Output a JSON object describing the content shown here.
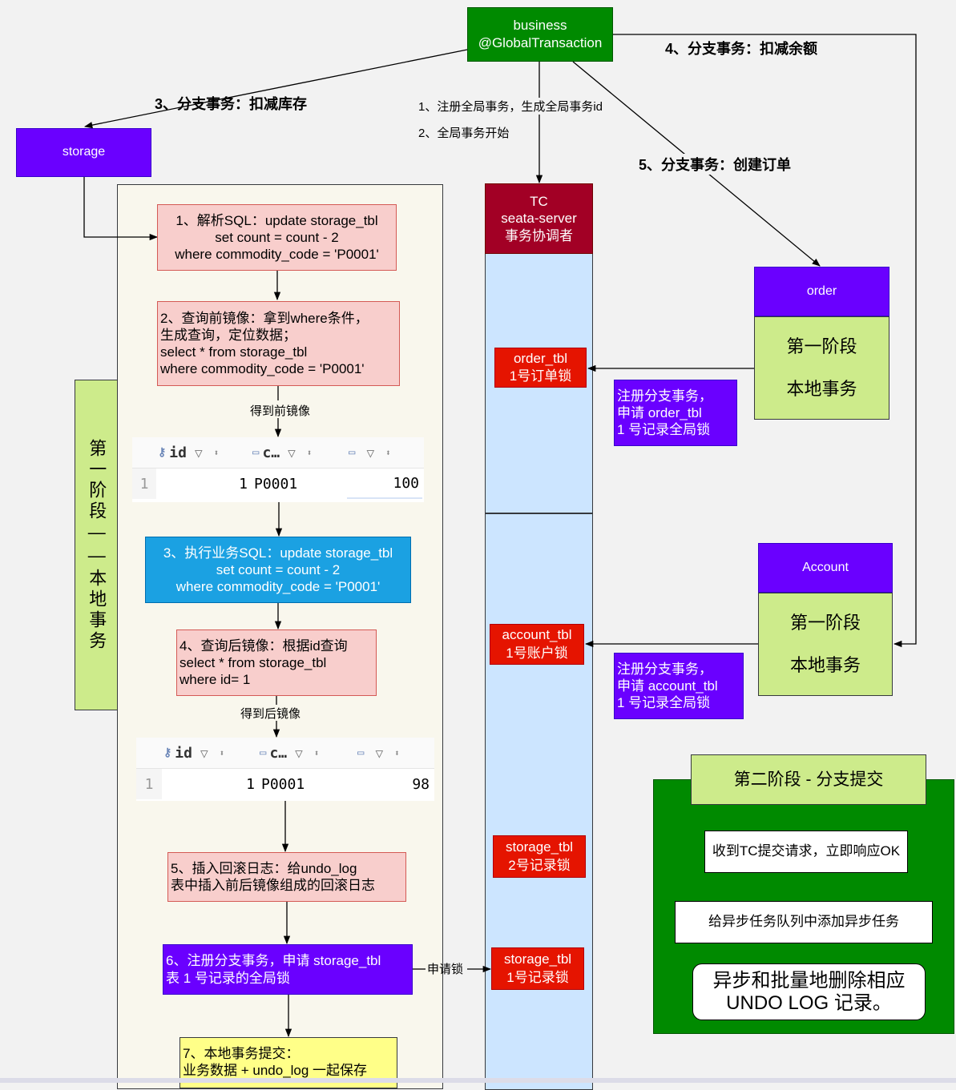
{
  "business": {
    "line1": "business",
    "line2": "@GlobalTransaction"
  },
  "storage": {
    "label": "storage"
  },
  "order": {
    "label": "order",
    "phase_line1": "第一阶段",
    "phase_line2": "本地事务"
  },
  "account": {
    "label": "Account",
    "phase_line1": "第一阶段",
    "phase_line2": "本地事务"
  },
  "tc": {
    "line1": "TC",
    "line2": "seata-server",
    "line3": "事务协调者"
  },
  "edges": {
    "deduct_stock": "3、分支事务：扣减库存",
    "deduct_balance": "4、分支事务：扣减余额",
    "create_order": "5、分支事务：创建订单",
    "register_global": "1、注册全局事务，生成全局事务id",
    "global_begin": "2、全局事务开始",
    "get_before_image": "得到前镜像",
    "get_after_image": "得到后镜像",
    "apply_lock": "申请锁"
  },
  "phase1_label": "第一阶段——本地事务",
  "steps": {
    "s1": [
      "1、解析SQL：update storage_tbl",
      "set count = count - 2",
      "where commodity_code = 'P0001'"
    ],
    "s2": [
      "2、查询前镜像：拿到where条件，",
      "生成查询，定位数据；",
      "select * from storage_tbl",
      "where commodity_code = 'P0001'"
    ],
    "s3": [
      "3、执行业务SQL：update storage_tbl",
      "set count = count - 2",
      "where commodity_code = 'P0001'"
    ],
    "s4": [
      "4、查询后镜像：根据id查询",
      "select * from storage_tbl",
      "where id= 1"
    ],
    "s5": [
      "5、插入回滚日志：给undo_log",
      "表中插入前后镜像组成的回滚日志"
    ],
    "s6": [
      "6、注册分支事务，申请 storage_tbl",
      "表 1 号记录的全局锁"
    ],
    "s7": [
      "7、本地事务提交：",
      "业务数据 + undo_log 一起保存"
    ]
  },
  "table_before": {
    "headers": [
      "id",
      "c…",
      ""
    ],
    "row": {
      "num": "1",
      "id": "1",
      "code": "P0001",
      "count": "100"
    }
  },
  "table_after": {
    "headers": [
      "id",
      "c…",
      ""
    ],
    "row": {
      "num": "1",
      "id": "1",
      "code": "P0001",
      "count": "98"
    }
  },
  "locks": {
    "order": [
      "order_tbl",
      "1号订单锁"
    ],
    "account": [
      "account_tbl",
      "1号账户锁"
    ],
    "storage2": [
      "storage_tbl",
      "2号记录锁"
    ],
    "storage1": [
      "storage_tbl",
      "1号记录锁"
    ]
  },
  "register_order": [
    "注册分支事务，",
    "申请 order_tbl",
    "1 号记录全局锁"
  ],
  "register_account": [
    "注册分支事务，",
    "申请 account_tbl",
    "1 号记录全局锁"
  ],
  "phase2": {
    "title": "第二阶段 - 分支提交",
    "item1": "收到TC提交请求，立即响应OK",
    "item2": "给异步任务队列中添加异步任务",
    "item3_line1": "异步和批量地删除相应",
    "item3_line2": "UNDO LOG 记录。"
  },
  "colors": {
    "purple": "#6a00ff",
    "red": "#e51400",
    "green": "#008a00",
    "light_green": "#cdeb8b",
    "blue": "#1ba1e2",
    "pink": "#f8cecc",
    "yellow": "#ffff88",
    "tc_dark": "#a20025",
    "tc_light": "#cce5ff"
  }
}
